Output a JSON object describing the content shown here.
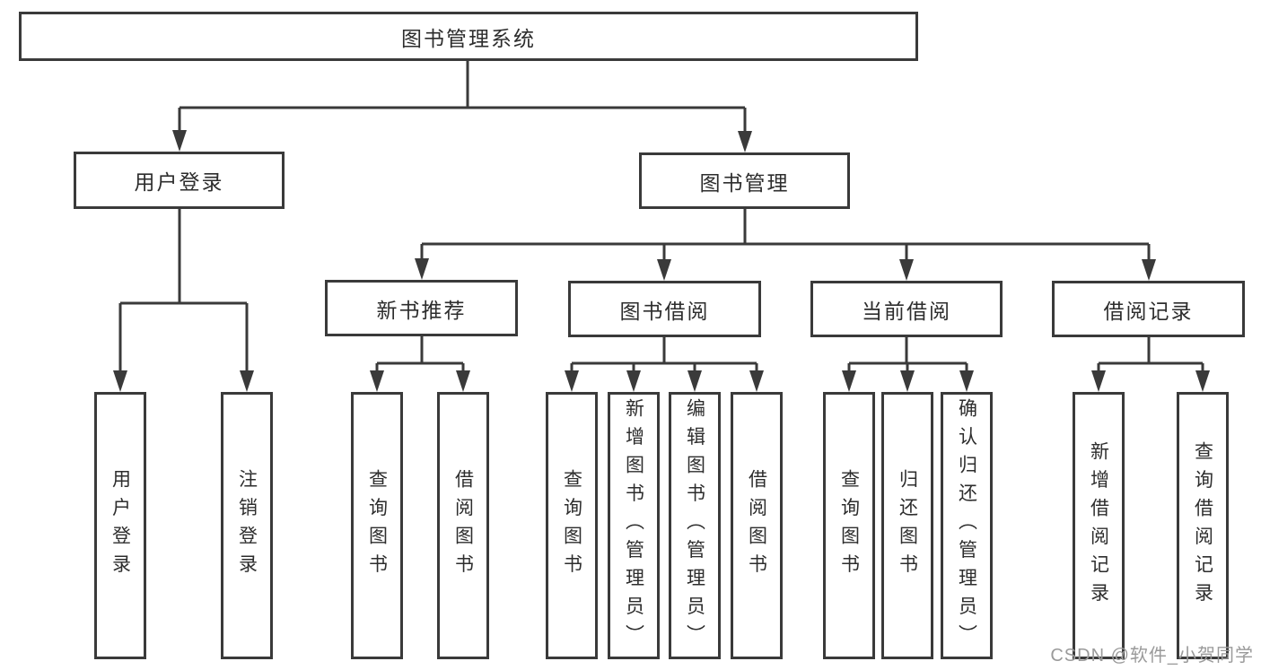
{
  "watermark": "CSDN @软件_小贺同学",
  "colors": {
    "line": "#3a3a3a",
    "text": "#2d2d2d",
    "background": "#ffffff",
    "watermark": "#9a9a9a"
  },
  "tree": {
    "root": {
      "label": "图书管理系统"
    },
    "user_branch": {
      "label": "用户登录",
      "children": [
        {
          "label": "用户登录"
        },
        {
          "label": "注销登录"
        }
      ]
    },
    "book_branch": {
      "label": "图书管理",
      "sections": [
        {
          "label": "新书推荐",
          "children": [
            {
              "label": "查询图书"
            },
            {
              "label": "借阅图书"
            }
          ]
        },
        {
          "label": "图书借阅",
          "children": [
            {
              "label": "查询图书"
            },
            {
              "label": "新增图书（管理员）"
            },
            {
              "label": "编辑图书（管理员）"
            },
            {
              "label": "借阅图书"
            }
          ]
        },
        {
          "label": "当前借阅",
          "children": [
            {
              "label": "查询图书"
            },
            {
              "label": "归还图书"
            },
            {
              "label": "确认归还（管理员）"
            }
          ]
        },
        {
          "label": "借阅记录",
          "children": [
            {
              "label": "新增借阅记录"
            },
            {
              "label": "查询借阅记录"
            }
          ]
        }
      ]
    }
  }
}
